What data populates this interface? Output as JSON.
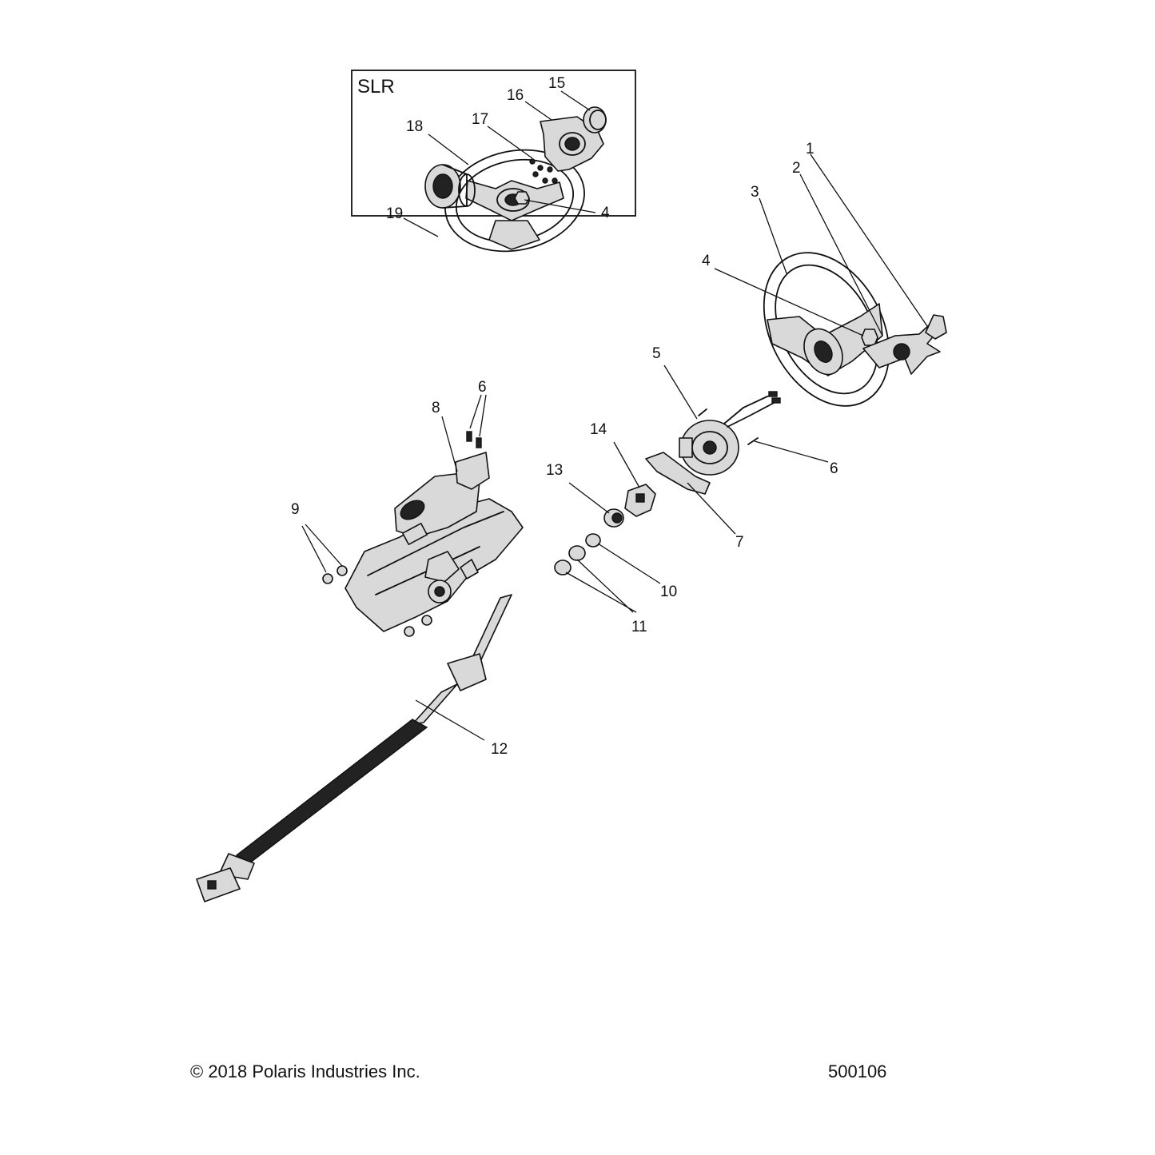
{
  "inset": {
    "title": "SLR"
  },
  "callouts": {
    "c1": "1",
    "c2": "2",
    "c3": "3",
    "c4a": "4",
    "c4b": "4",
    "c5": "5",
    "c6a": "6",
    "c6b": "6",
    "c7": "7",
    "c8": "8",
    "c9": "9",
    "c10": "10",
    "c11": "11",
    "c12": "12",
    "c13": "13",
    "c14": "14",
    "c15": "15",
    "c16": "16",
    "c17": "17",
    "c18": "18",
    "c19": "19"
  },
  "footer": {
    "copyright": "© 2018 Polaris Industries Inc.",
    "drawing_number": "500106"
  }
}
